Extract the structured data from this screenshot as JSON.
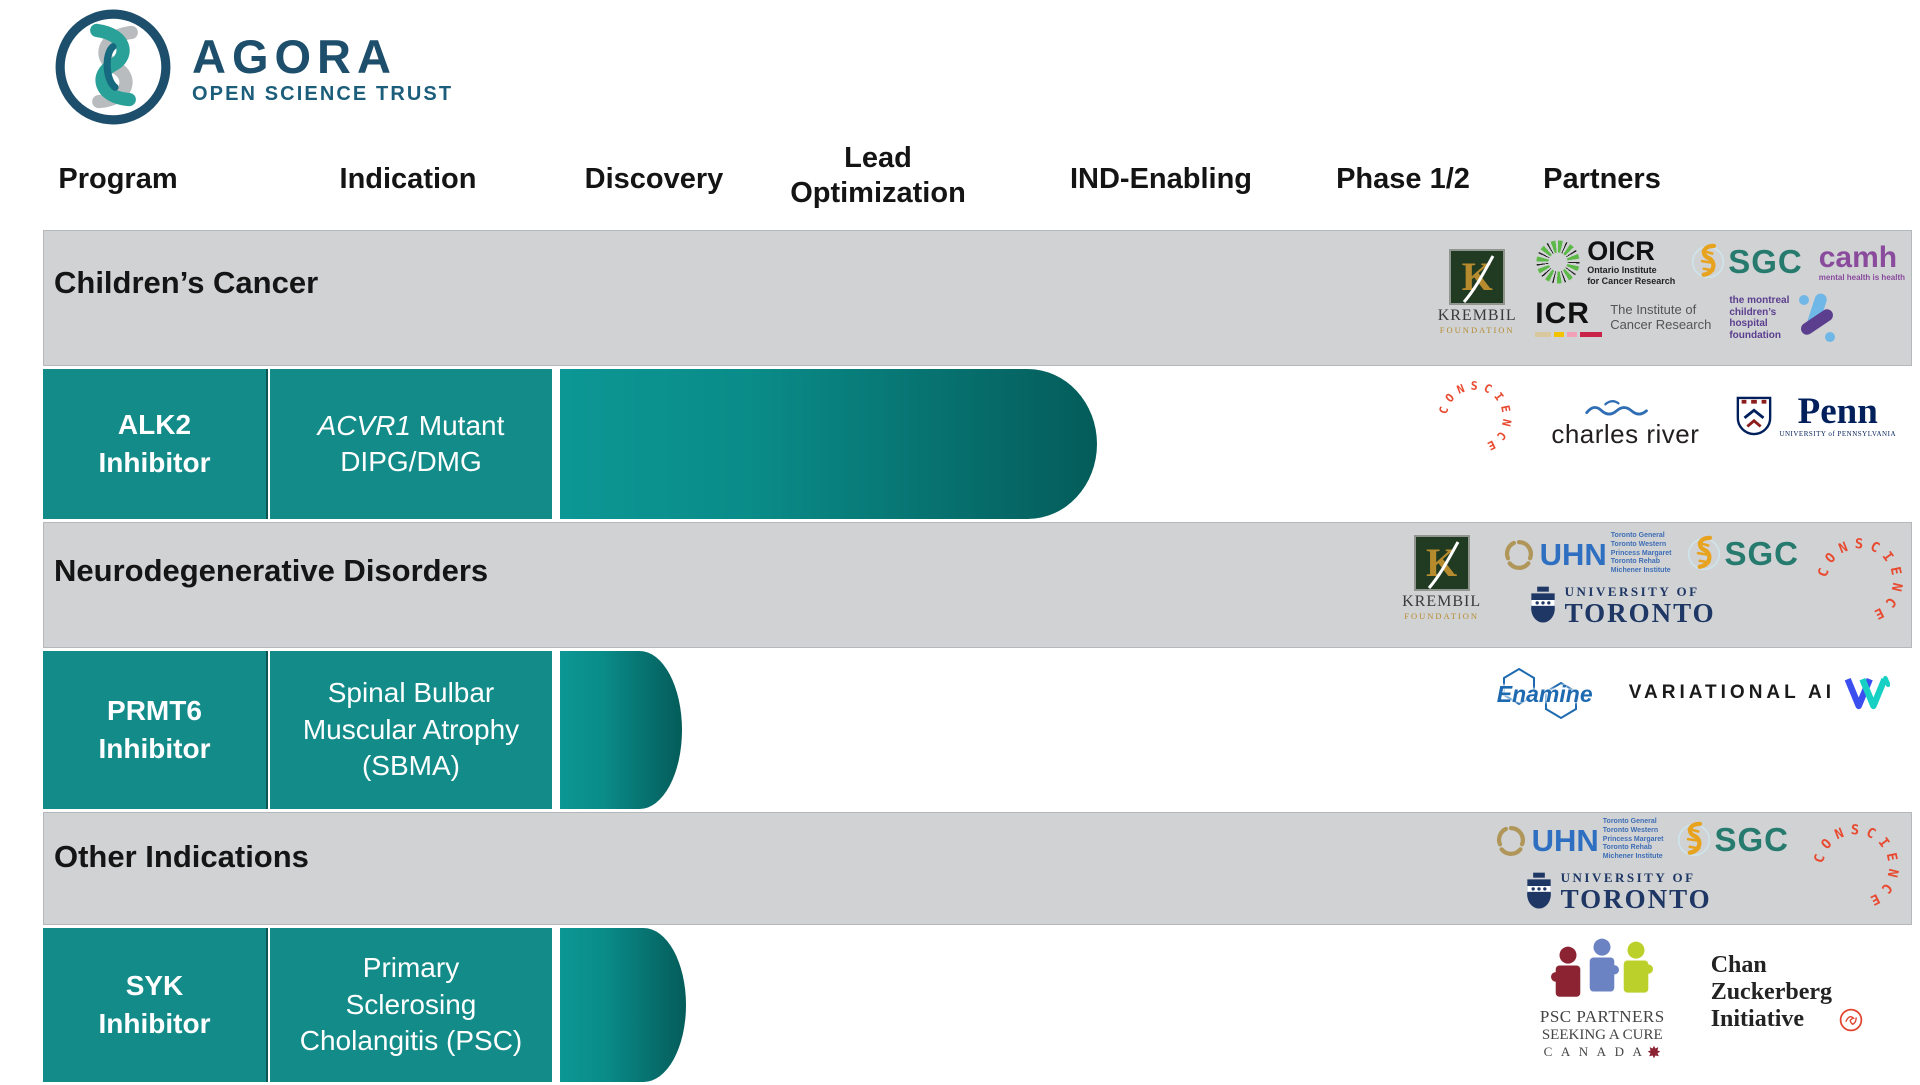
{
  "brand": {
    "name": "AGORA",
    "tagline": "OPEN SCIENCE TRUST"
  },
  "columns": {
    "program": "Program",
    "indication": "Indication",
    "discovery": "Discovery",
    "lead_optimization": "Lead\nOptimization",
    "ind_enabling": "IND-Enabling",
    "phase12": "Phase 1/2",
    "partners": "Partners"
  },
  "palette": {
    "cell_teal": "#138b89",
    "bar_gradient_start": "#0c9794",
    "bar_gradient_end": "#045c5a",
    "band_gray": "#d0d2d4",
    "brand_navy": "#1d4e6b"
  },
  "sections": [
    {
      "title": "Children’s Cancer"
    },
    {
      "title": "Neurodegenerative Disorders"
    },
    {
      "title": "Other Indications"
    }
  ],
  "programs": [
    {
      "name": "ALK2\nInhibitor",
      "indication_italic": "ACVR1",
      "indication_rest": " Mutant\nDIPG/DMG",
      "stage_reached": "IND-Enabling"
    },
    {
      "name": "PRMT6\nInhibitor",
      "indication": "Spinal Bulbar\nMuscular Atrophy\n(SBMA)",
      "stage_reached": "Discovery"
    },
    {
      "name": "SYK\nInhibitor",
      "indication": "Primary\nSclerosing\nCholangitis (PSC)",
      "stage_reached": "Discovery"
    }
  ],
  "logos": {
    "krembil": {
      "letter": "K",
      "name": "KREMBIL",
      "sub": "FOUNDATION"
    },
    "oicr": {
      "abbr": "OICR",
      "sub": "Ontario Institute\nfor Cancer Research"
    },
    "sgc": {
      "abbr": "SGC"
    },
    "camh": {
      "abbr": "camh",
      "sub": "mental health is health"
    },
    "icr": {
      "abbr": "ICR",
      "sub": "The Institute of\nCancer Research"
    },
    "mchf": {
      "name": "the montreal\nchildren’s\nhospital\nfoundation"
    },
    "conscience": {
      "text": "CONSCIENCE"
    },
    "charles_river": {
      "name": "charles river"
    },
    "penn": {
      "name": "Penn",
      "sub": "UNIVERSITY of PENNSYLVANIA"
    },
    "uhn": {
      "abbr": "UHN",
      "hospitals": "Toronto General\nToronto Western\nPrincess Margaret\nToronto Rehab\nMichener Institute"
    },
    "uoft": {
      "line1": "UNIVERSITY OF",
      "line2": "TORONTO"
    },
    "enamine": {
      "name": "Enamine"
    },
    "variational_ai": {
      "name": "VARIATIONAL AI"
    },
    "psc_partners": {
      "line1": "PSC PARTNERS",
      "line2": "SEEKING A CURE",
      "line3": "C A N A D A"
    },
    "czi": {
      "line1": "Chan",
      "line2": "Zuckerberg",
      "line3": "Initiative"
    }
  }
}
